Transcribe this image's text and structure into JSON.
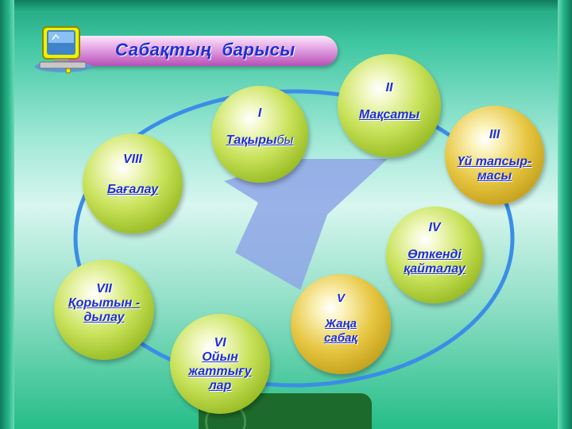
{
  "title": "Сабақтың  барысы",
  "steps": [
    {
      "num": "I",
      "label_underlined": "Тақыры",
      "label_plain": "бы"
    },
    {
      "num": "II",
      "label": "Мақсаты"
    },
    {
      "num": "III",
      "label": "Үй тапсыр-\nмасы"
    },
    {
      "num": "IV",
      "label": "Өткенді\nқайталау"
    },
    {
      "num": "V",
      "label": "Жаңа\nсабақ"
    },
    {
      "num": "VI",
      "label": "Ойын\nжаттығу\nлар"
    },
    {
      "num": "VII",
      "label": "Қорытын -\nдылау"
    },
    {
      "num": "VIII",
      "label": "Бағалау"
    }
  ],
  "colors": {
    "text": "#1e2fd2",
    "ring": "#3a8ee6",
    "arrow": "#8ea6e6"
  }
}
